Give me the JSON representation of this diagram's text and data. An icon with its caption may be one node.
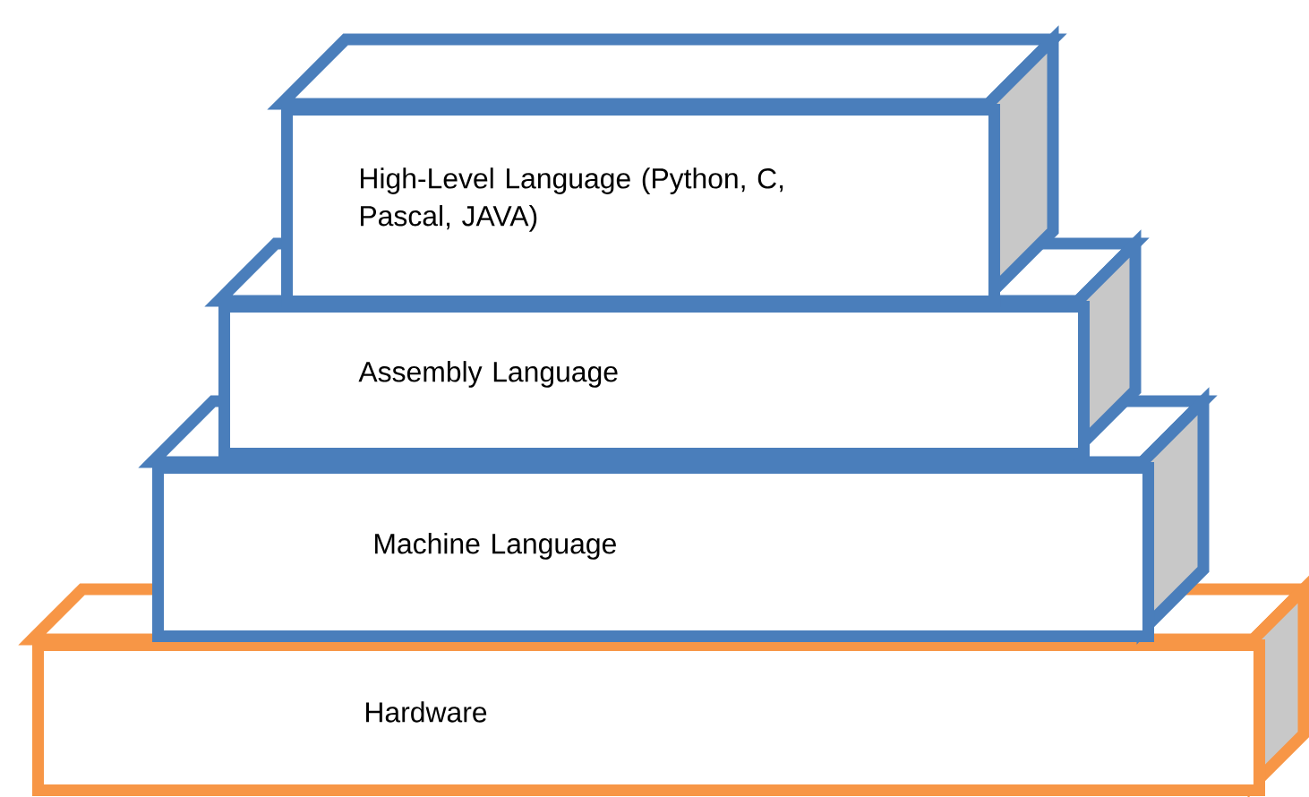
{
  "diagram": {
    "nodes": [
      {
        "text": [
          "High-Level Language (Python, C, Pascal, JAVA)"
        ]
      },
      {
        "text": [
          "Assembly Language"
        ]
      },
      {
        "text": [
          "Machine Language"
        ]
      },
      {
        "text": [
          "Hardware"
        ]
      }
    ]
  }
}
